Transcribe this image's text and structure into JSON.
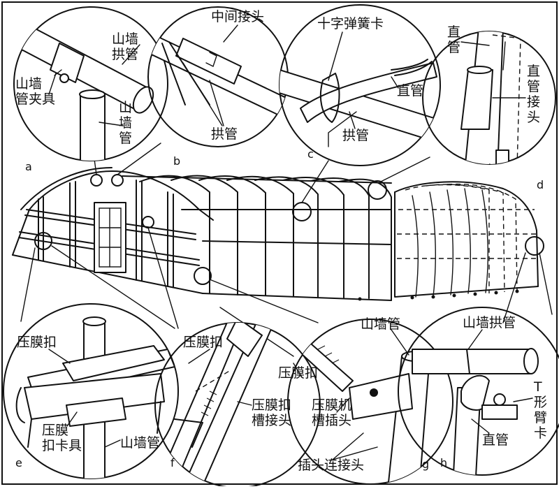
{
  "labels": {
    "a_gable_arch": "山墙\n拱管",
    "a_clamp": "山墙\n管夹具",
    "a_gable_pipe": "山\n墙\n管",
    "b_middle_joint": "中间接头",
    "b_arch": "拱管",
    "c_cross_clip": "十字弹簧卡",
    "c_straight": "直管",
    "c_arch": "拱管",
    "d_straight": "直\n管",
    "d_joint": "直\n管\n接\n头",
    "e_film_buckle": "压膜扣",
    "e_clamp": "压膜\n扣卡具",
    "e_gable_pipe": "山墙管",
    "f_film_buckle": "压膜扣",
    "f_slot_joint": "压膜扣\n槽接头",
    "mid_film_buckle": "压膜扣",
    "g_machine_plug": "压膜机\n槽插头",
    "g_plug_connector": "插头连接头",
    "g_gable_pipe": "山墙管",
    "h_gable_arch": "山墙拱管",
    "h_t_clamp": "T\n形\n臂\n卡",
    "h_straight": "直管"
  },
  "letters": {
    "a": "a",
    "b": "b",
    "c": "c",
    "d": "d",
    "e": "e",
    "f": "f",
    "g": "g",
    "h": "h"
  }
}
